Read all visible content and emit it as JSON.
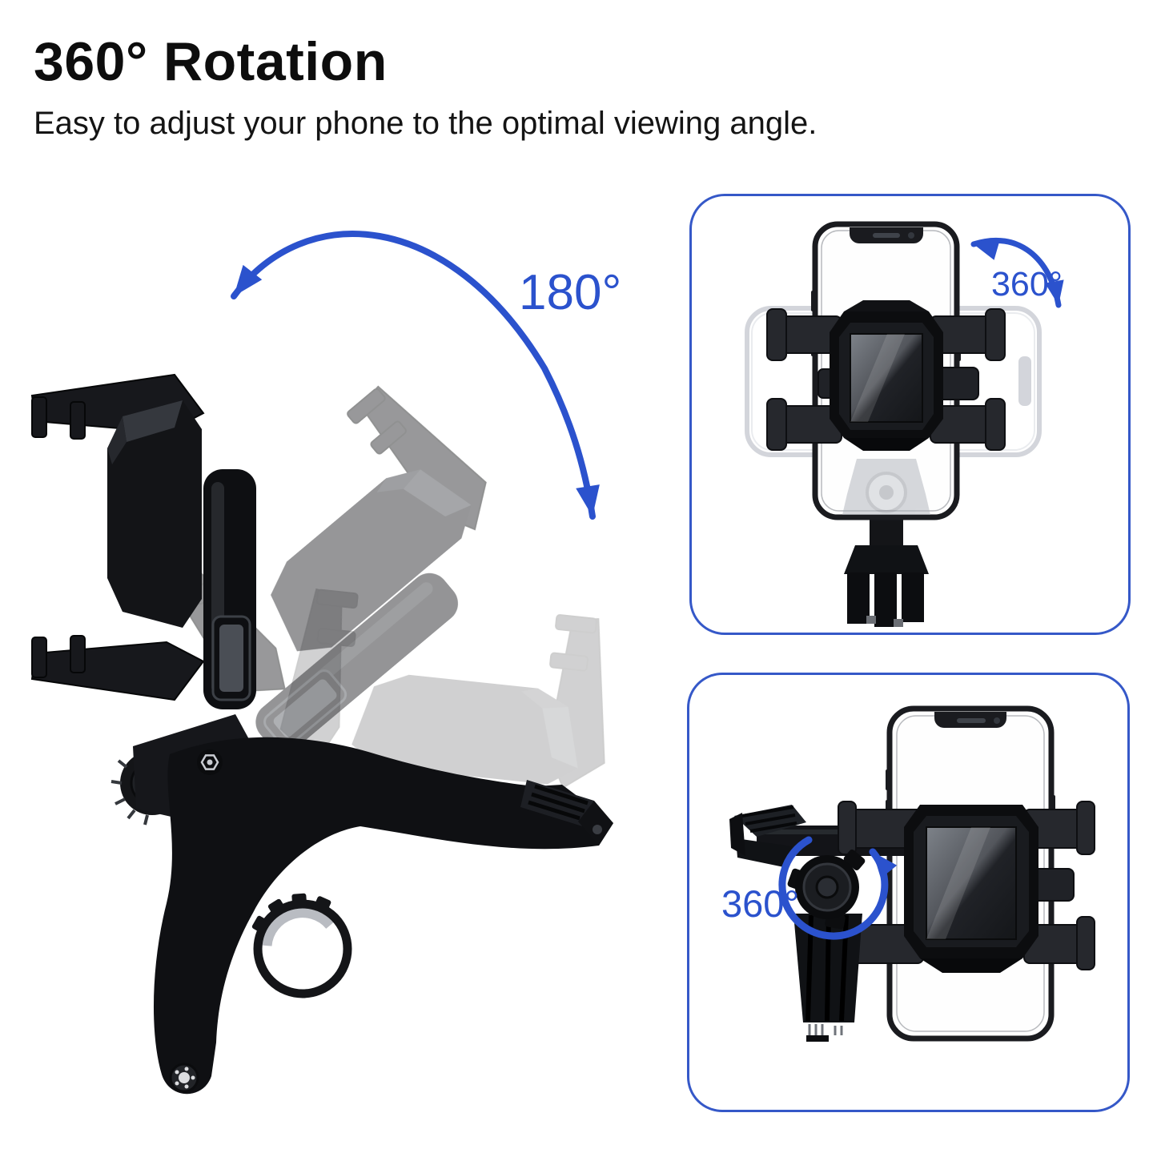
{
  "header": {
    "title": "360° Rotation",
    "subtitle": "Easy to adjust your phone to the optimal viewing angle."
  },
  "main_diagram": {
    "angle_label": "180°"
  },
  "panels": {
    "top": {
      "angle_label": "360°"
    },
    "bottom": {
      "angle_label": "360°"
    }
  },
  "colors": {
    "accent_blue": "#2b52cd",
    "panel_border_blue": "#3558c8",
    "product_black": "#131417",
    "ghost_gray": "#b9bcc2"
  }
}
